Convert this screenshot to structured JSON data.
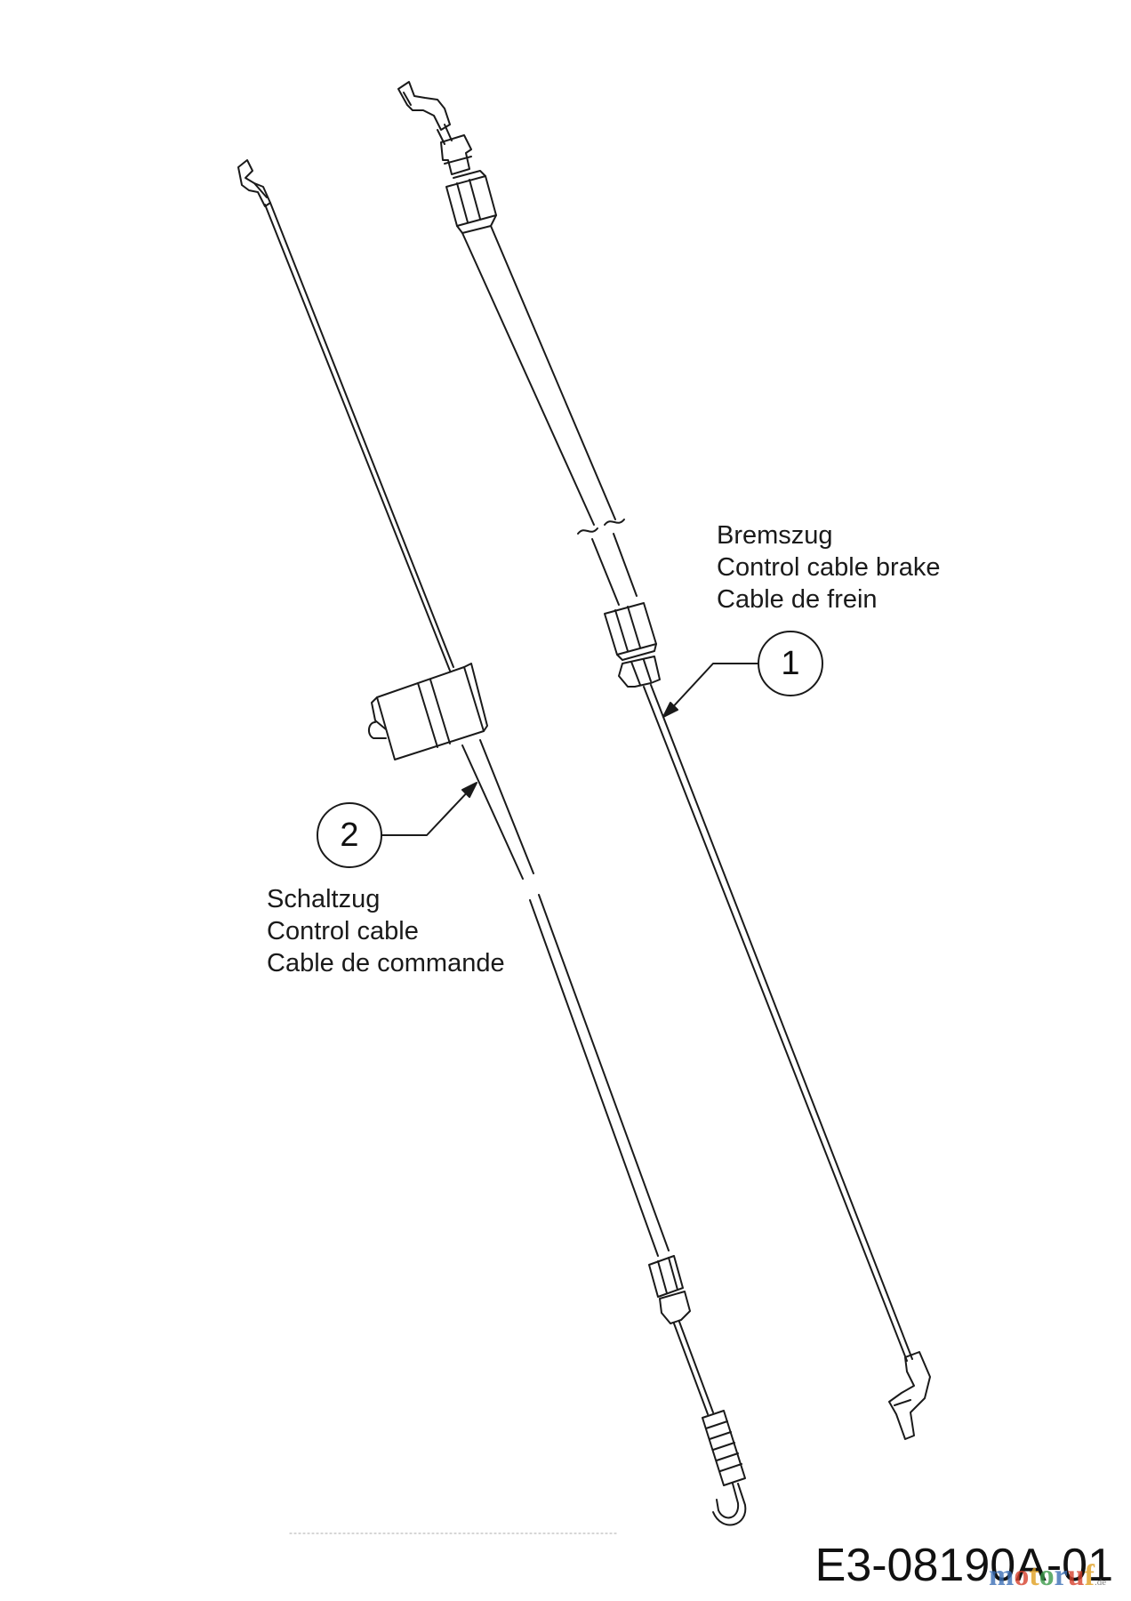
{
  "parts": [
    {
      "number": "1",
      "names": [
        "Bremszug",
        "Control cable brake",
        "Cable de frein"
      ]
    },
    {
      "number": "2",
      "names": [
        "Schaltzug",
        "Control cable",
        "Cable de commande"
      ]
    }
  ],
  "drawing_code": "E3-08190A-01",
  "watermark": {
    "letters": [
      "m",
      "o",
      "t",
      "o",
      "r",
      "u",
      "f"
    ],
    "letter_colors": [
      "#3b6fb6",
      "#d6402c",
      "#e0a020",
      "#3b9a4a",
      "#3b6fb6",
      "#d6402c",
      "#e0a020"
    ],
    "suffix": ".de"
  },
  "line_color": "#1a1a1a"
}
